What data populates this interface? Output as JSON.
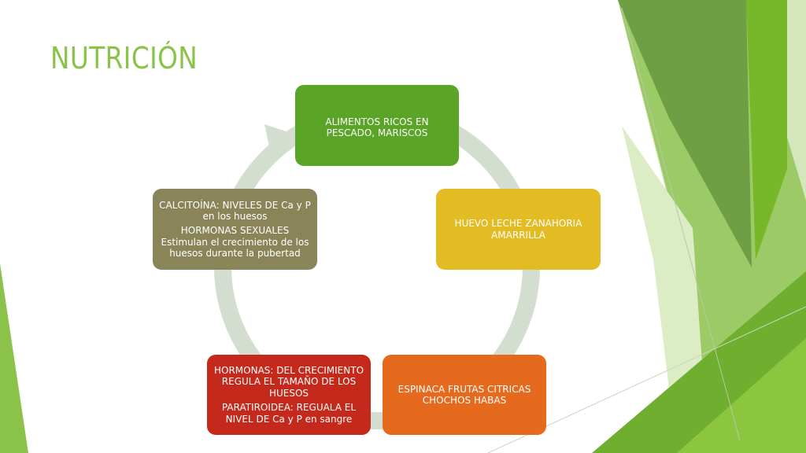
{
  "title": "NUTRICIÓN",
  "colors": {
    "title": "#8bc34a",
    "ring": "#d3ded0",
    "node1": "#5aa427",
    "node2": "#e3bb22",
    "node3": "#e56a1e",
    "node4": "#c5291b",
    "node5": "#8a8559"
  },
  "cycle": {
    "nodes": [
      {
        "lines": [
          "ALIMENTOS RICOS EN PESCADO, MARISCOS"
        ]
      },
      {
        "lines": [
          "HUEVO LECHE ZANAHORIA AMARRILLA"
        ]
      },
      {
        "lines": [
          "ESPINACA FRUTAS CITRICAS CHOCHOS HABAS"
        ]
      },
      {
        "lines": [
          "HORMONAS: DEL CRECIMIENTO REGULA EL TAMAÑO DE LOS HUESOS",
          "PARATIROIDEA: REGUALA EL NIVEL DE Ca y P en sangre"
        ]
      },
      {
        "lines": [
          "CALCITOÍNA: NIVELES DE Ca y P en los huesos",
          "HORMONAS SEXUALES Estimulan el crecimiento de los huesos durante la pubertad"
        ]
      }
    ]
  }
}
